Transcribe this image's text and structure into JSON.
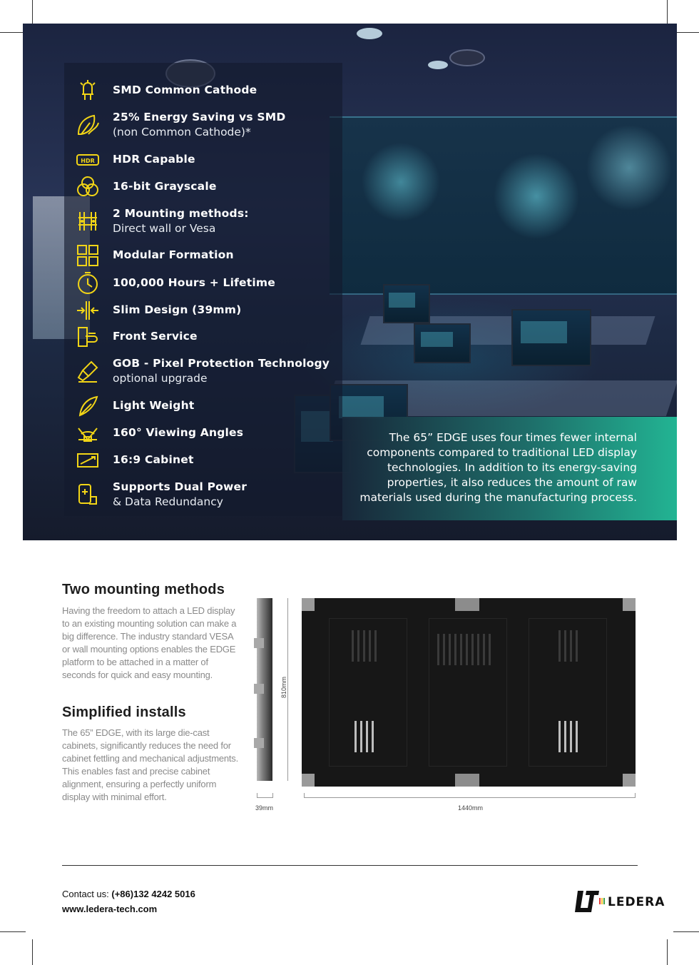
{
  "features": [
    {
      "title": "SMD Common Cathode",
      "sub": "",
      "icon": "led-diode-icon"
    },
    {
      "title": "25% Energy Saving vs SMD",
      "sub": "(non Common Cathode)*",
      "icon": "leaf-icon"
    },
    {
      "title": "HDR Capable",
      "sub": "",
      "icon": "hdr-icon",
      "icon_text": "HDR"
    },
    {
      "title": "16-bit Grayscale",
      "sub": "",
      "icon": "color-circles-icon"
    },
    {
      "title": "2 Mounting methods:",
      "sub": "Direct wall or Vesa",
      "icon": "mounting-bracket-icon"
    },
    {
      "title": "Modular Formation",
      "sub": "",
      "icon": "modules-grid-icon"
    },
    {
      "title": "100,000 Hours + Lifetime",
      "sub": "",
      "icon": "clock-icon"
    },
    {
      "title": "Slim Design (39mm)",
      "sub": "",
      "icon": "slim-arrows-icon"
    },
    {
      "title": "Front Service",
      "sub": "",
      "icon": "hand-service-icon"
    },
    {
      "title": "GOB - Pixel Protection Technology",
      "sub": "optional upgrade",
      "icon": "brush-protection-icon"
    },
    {
      "title": "Light Weight",
      "sub": "",
      "icon": "feather-icon"
    },
    {
      "title": "160° Viewing Angles",
      "sub": "",
      "icon": "viewing-angle-icon"
    },
    {
      "title": "16:9 Cabinet",
      "sub": "",
      "icon": "cabinet-ratio-icon"
    },
    {
      "title": "Supports Dual Power",
      "sub": "& Data Redundancy",
      "icon": "dual-power-icon"
    }
  ],
  "highlight_text": "The 65” EDGE uses four times fewer internal components compared to traditional LED display technologies. In addition to its energy-saving properties, it also reduces the amount of raw materials used during the manufacturing process.",
  "sections": [
    {
      "heading": "Two mounting methods",
      "body": "Having the freedom to attach a LED display to an existing mounting solution can make a big difference. The industry standard VESA or wall mounting options enables the EDGE platform to be attached in a matter of seconds for quick and easy mounting."
    },
    {
      "heading": "Simplified installs",
      "body": "The 65” EDGE, with its large die-cast cabinets, significantly reduces the need for cabinet fettling and mechanical adjustments. This enables fast and precise cabinet alignment, ensuring a perfectly uniform display with minimal effort."
    }
  ],
  "dimensions": {
    "height": "810mm",
    "depth": "39mm",
    "width": "1440mm"
  },
  "footer": {
    "contact_label": "Contact us:",
    "phone": "(+86)132 4242 5016",
    "website": "www.ledera-tech.com",
    "logo_text": "LEDERA"
  },
  "colors": {
    "icon_yellow": "#f2d516",
    "accent_green": "#22b493"
  }
}
